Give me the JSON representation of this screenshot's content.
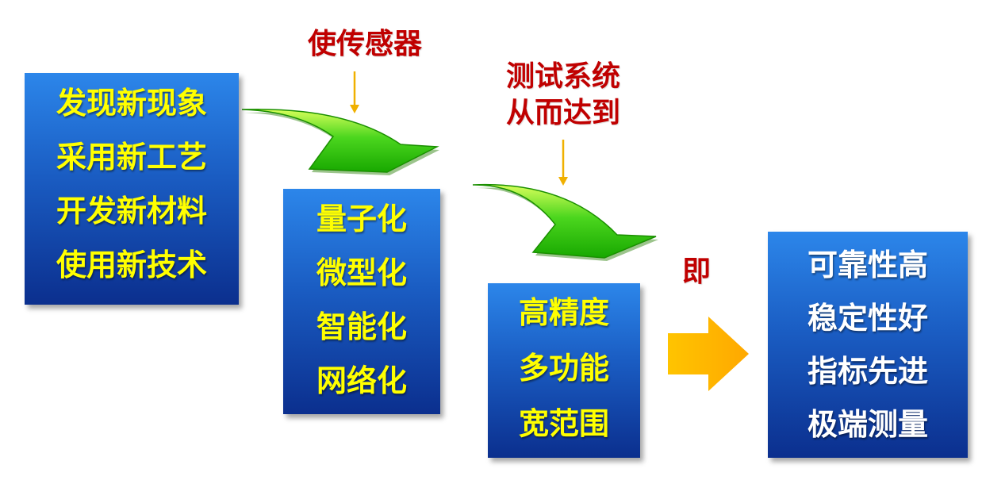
{
  "boxes": [
    {
      "items": [
        "发现新现象",
        "采用新工艺",
        "开发新材料",
        "使用新技术"
      ]
    },
    {
      "items": [
        "量子化",
        "微型化",
        "智能化",
        "网络化"
      ]
    },
    {
      "items": [
        "高精度",
        "多功能",
        "宽范围"
      ]
    },
    {
      "items": [
        "可靠性高",
        "稳定性好",
        "指标先进",
        "极端测量"
      ]
    }
  ],
  "labels": {
    "sensor": "使传感器",
    "system_line1": "测试系统",
    "system_line2": "从而达到",
    "ji": "即"
  },
  "colors": {
    "box_text_yellow": "#ffff00",
    "box_text_white": "#ffffff",
    "label_red": "#c00000",
    "curved_arrow_green": "#22cc00",
    "arrow_orange": "#ffb000"
  }
}
